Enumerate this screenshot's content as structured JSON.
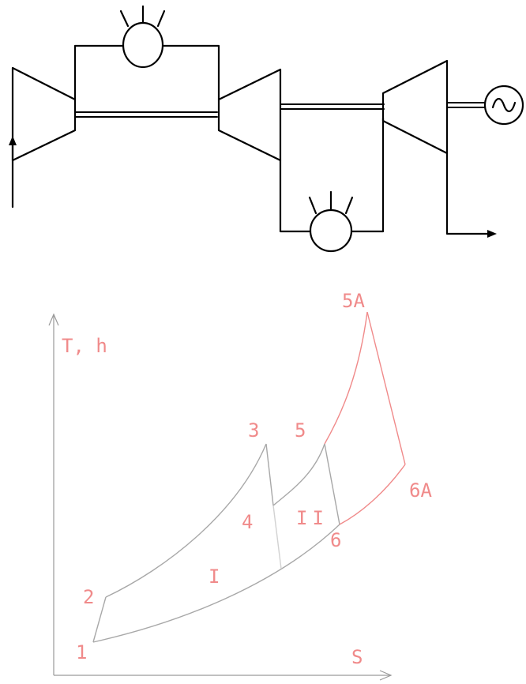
{
  "colors": {
    "schematic_line": "#000000",
    "cycle_gray": "#a8a8a8",
    "cycle_red": "#f08a8a",
    "label_red": "#f08a8a"
  },
  "axes_label": "T, h",
  "s_label": "S",
  "labels": {
    "p1": "1",
    "p2": "2",
    "p3": "3",
    "p4": "4",
    "p5": "5",
    "p6": "6",
    "p5a": "5A",
    "p6a": "6A",
    "region1": "I",
    "region2": "II"
  },
  "icons": [
    "compressor-icon",
    "combustor-icon",
    "turbine-icon",
    "generator-icon",
    "flow-arrow-icon"
  ]
}
